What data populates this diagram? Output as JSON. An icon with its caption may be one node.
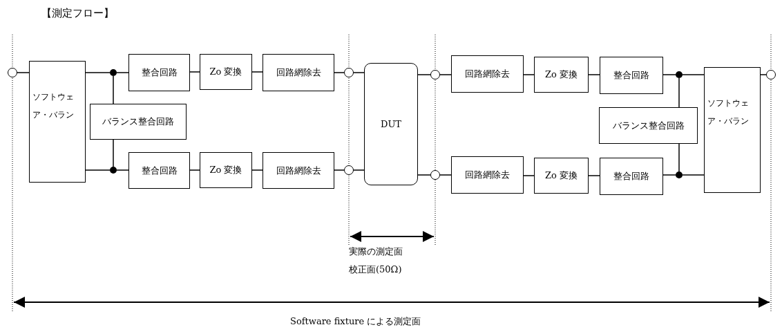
{
  "diagram": {
    "title": "【測定フロー】",
    "nodes": [
      {
        "text": [],
        "shape": "circle"
      },
      {
        "text": [
          "ソフトウェア・バラン"
        ]
      },
      {
        "text": [],
        "shape": "dot"
      },
      {
        "text": [
          "バランス整合回路"
        ]
      },
      {
        "text": [],
        "shape": "dot"
      },
      {
        "text": [
          "整合回路"
        ]
      },
      {
        "text": [
          "Zo 変換"
        ]
      },
      {
        "text": [
          "回路網除去"
        ]
      },
      {
        "text": [],
        "shape": "circle"
      },
      {
        "text": [
          "整合回路"
        ]
      },
      {
        "text": [
          "Zo 変換"
        ]
      },
      {
        "text": [
          "回路網除去"
        ]
      },
      {
        "text": [],
        "shape": "circle"
      },
      {
        "text": [
          "DUT"
        ]
      },
      {
        "text": [],
        "shape": "circle"
      },
      {
        "text": [
          "回路網除去"
        ]
      },
      {
        "text": [
          "Zo 変換"
        ]
      },
      {
        "text": [
          "整合回路"
        ]
      },
      {
        "text": [],
        "shape": "dot"
      },
      {
        "text": [
          "バランス整合回路"
        ]
      },
      {
        "text": [],
        "shape": "circle"
      },
      {
        "text": [
          "回路網除去"
        ]
      },
      {
        "text": [
          "Zo 変換"
        ]
      },
      {
        "text": [
          "整合回路"
        ]
      },
      {
        "text": [],
        "shape": "dot"
      },
      {
        "text": [
          "ソフトウェア・バラン"
        ]
      },
      {
        "text": [],
        "shape": "circle"
      }
    ],
    "edges": [
      {
        "from": 0,
        "to": 1,
        "arrow": "none"
      },
      {
        "from": 1,
        "to": 2,
        "arrow": "none"
      },
      {
        "from": 1,
        "to": 4,
        "arrow": "none"
      },
      {
        "from": 2,
        "to": 3,
        "arrow": "none"
      },
      {
        "from": 3,
        "to": 4,
        "arrow": "none"
      },
      {
        "from": 2,
        "to": 5,
        "arrow": "none"
      },
      {
        "from": 5,
        "to": 6,
        "arrow": "none"
      },
      {
        "from": 6,
        "to": 7,
        "arrow": "none"
      },
      {
        "from": 7,
        "to": 8,
        "arrow": "none"
      },
      {
        "from": 4,
        "to": 9,
        "arrow": "none"
      },
      {
        "from": 9,
        "to": 10,
        "arrow": "none"
      },
      {
        "from": 10,
        "to": 11,
        "arrow": "none"
      },
      {
        "from": 11,
        "to": 12,
        "arrow": "none"
      },
      {
        "from": 8,
        "to": 13,
        "arrow": "none"
      },
      {
        "from": 12,
        "to": 13,
        "arrow": "none"
      },
      {
        "from": 13,
        "to": 14,
        "arrow": "none"
      },
      {
        "from": 13,
        "to": 20,
        "arrow": "none"
      },
      {
        "from": 14,
        "to": 15,
        "arrow": "none"
      },
      {
        "from": 15,
        "to": 16,
        "arrow": "none"
      },
      {
        "from": 16,
        "to": 17,
        "arrow": "none"
      },
      {
        "from": 17,
        "to": 18,
        "arrow": "none"
      },
      {
        "from": 18,
        "to": 19,
        "arrow": "none"
      },
      {
        "from": 19,
        "to": 24,
        "arrow": "none"
      },
      {
        "from": 20,
        "to": 21,
        "arrow": "none"
      },
      {
        "from": 21,
        "to": 22,
        "arrow": "none"
      },
      {
        "from": 22,
        "to": 23,
        "arrow": "none"
      },
      {
        "from": 23,
        "to": 24,
        "arrow": "none"
      },
      {
        "from": 18,
        "to": 25,
        "arrow": "none"
      },
      {
        "from": 24,
        "to": 25,
        "arrow": "none"
      },
      {
        "from": 25,
        "to": 26,
        "arrow": "none"
      }
    ],
    "labels": [
      "実際の測定面",
      "校正面(50Ω)",
      "Software fixture による測定面"
    ]
  }
}
